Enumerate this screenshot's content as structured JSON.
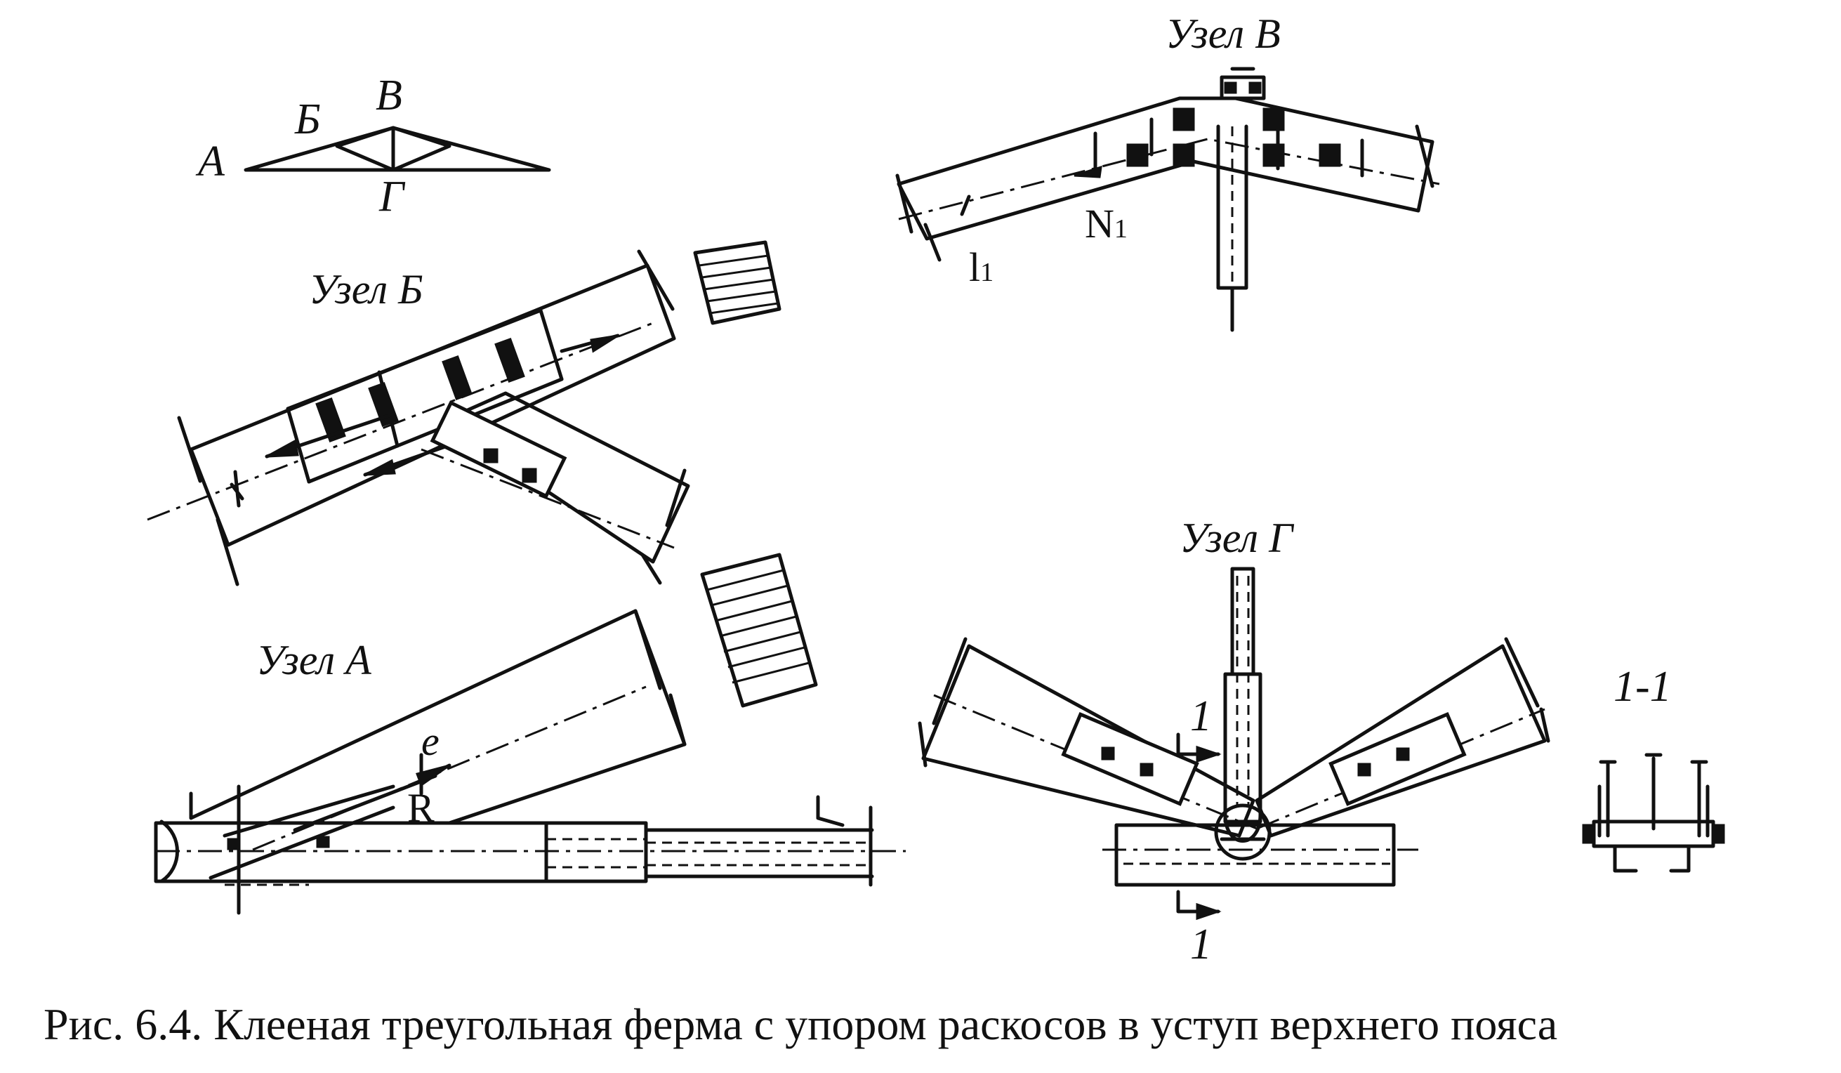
{
  "labels": {
    "scheme_a": "А",
    "scheme_b": "Б",
    "scheme_v": "В",
    "scheme_g": "Г",
    "node_b": "Узел Б",
    "node_v": "Узел В",
    "node_a": "Узел А",
    "node_g": "Узел Г",
    "section": "1-1",
    "section_mark": "1",
    "ecc": "e",
    "reaction": "R",
    "force": "N",
    "force_sub": "1",
    "length": "l",
    "length_sub": "1"
  },
  "caption": "Рис. 6.4. Клееная треугольная ферма с упором раскосов в уступ верхнего пояса"
}
